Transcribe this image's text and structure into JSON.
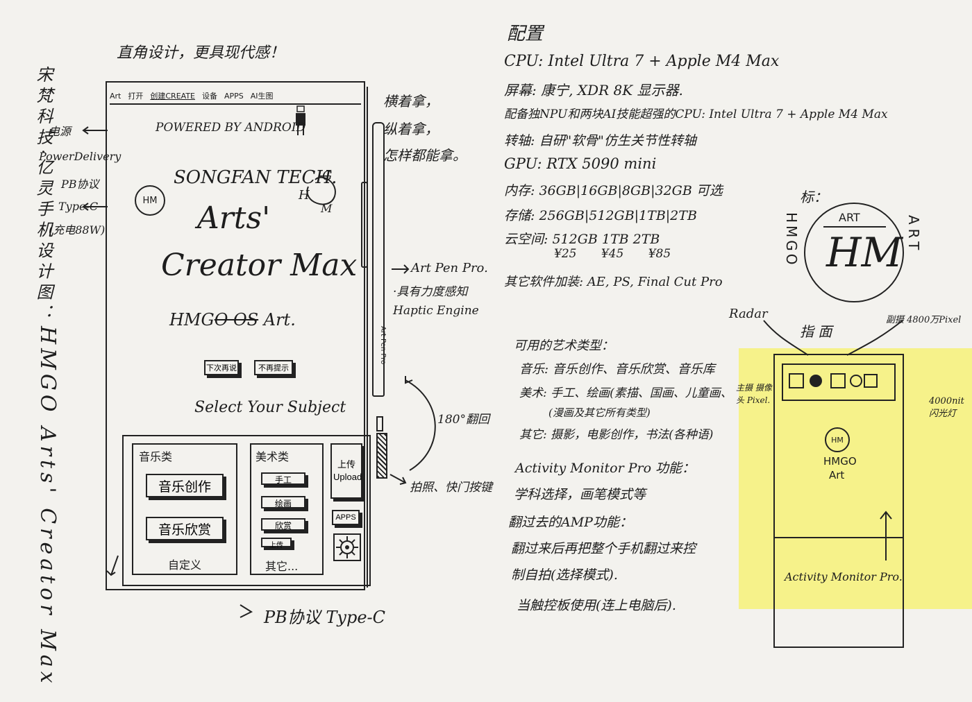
{
  "left_vertical": {
    "col1": "宋梵科技·亿灵手机设计图：",
    "col2": "HMGO Arts' Creator Max"
  },
  "side_notes": {
    "power": "电源",
    "power_delivery": "PowerDelivery",
    "pb": "PB协议",
    "typec": "Type-C",
    "charge": "(充电88W)"
  },
  "headline": "直角设计，更具现代感！",
  "phone": {
    "menu": [
      "Art",
      "打开",
      "创建CREATE",
      "设备",
      "APPS",
      "AI生图"
    ],
    "powered": "POWERED BY ANDROID",
    "brand": "SONGFAN TECH.",
    "title1": "Arts'",
    "title2": "Creator Max",
    "hm": "HM",
    "hmg_letters": [
      "H",
      "G",
      "M"
    ],
    "os_line_pre": "HMG",
    "os_line_strike": "O OS",
    "os_line_post": "Art.",
    "btn1": "下次再说",
    "btn2": "不再提示",
    "select": "Select Your Subject",
    "music": {
      "title": "音乐类",
      "items": [
        "音乐创作",
        "音乐欣赏"
      ],
      "custom": "自定义"
    },
    "art": {
      "title": "美术类",
      "items": [
        "手工",
        "绘画",
        "欣赏",
        "上传"
      ],
      "other": "其它..."
    },
    "upload": "上传 Upload",
    "apps": "APPS",
    "pen": "Art Pen Pro"
  },
  "pen_notes": {
    "l1": "横着拿，",
    "l2": "纵着拿，",
    "l3": "怎样都能拿。",
    "arrow_pen": "Art Pen Pro.",
    "b1": "·具有力度感知",
    "b2_strike": "Haptic",
    "b2": "Haptic Engine",
    "flip": "180°翻回",
    "shutter": "拍照、快门按键"
  },
  "bottom_note": "PB协议 Type-C",
  "specs": {
    "title": "配置",
    "lines": [
      "CPU: Intel Ultra 7 + Apple M4 Max",
      "屏幕: 康宁, XDR 8K 显示器.",
      "配备独NPU和两块AI技能超强的CPU: Intel Ultra 7 + Apple M4 Max",
      "转轴: 自研\"软骨\"仿生关节性转轴",
      "GPU: RTX 5090 mini",
      "内存: 36GB|16GB|8GB|32GB 可选",
      "存储: 256GB|512GB|1TB|2TB",
      "云空间: 512GB  1TB  2TB",
      "¥25   ¥45   ¥85",
      "其它软件加装: AE, PS, Final Cut Pro"
    ]
  },
  "logo": {
    "label": "标：",
    "left": "HMGO",
    "right": "ART",
    "top": "ART",
    "center": "HM"
  },
  "types": {
    "title": "可用的艺术类型：",
    "l1": "音乐: 音乐创作、音乐欣赏、音乐库",
    "l2": "美术: 手工、绘画(素描、国画、儿童画、",
    "l3": "(漫画及其它所有类型)",
    "l4": "其它: 摄影，电影创作，书法(各种语)",
    "amp_title": "Activity Monitor Pro 功能：",
    "amp_desc": "学科选择，画笔模式等",
    "flip_title": "翻过去的AMP功能：",
    "flip1": "翻过来后再把整个手机翻过来控",
    "flip2": "制自拍(选择模式).",
    "touch": "当触控板使用(连上电脑后)."
  },
  "back": {
    "radar": "Radar",
    "face": "指 面",
    "sub_cam": "副摄 4800万Pixel",
    "main_cam": "主摄 摄像头 Pixel.",
    "flash": "4000nit 闪光灯",
    "hm": "HM",
    "label1": "HMGO",
    "label2": "Art",
    "amp": "Activity Monitor Pro."
  }
}
